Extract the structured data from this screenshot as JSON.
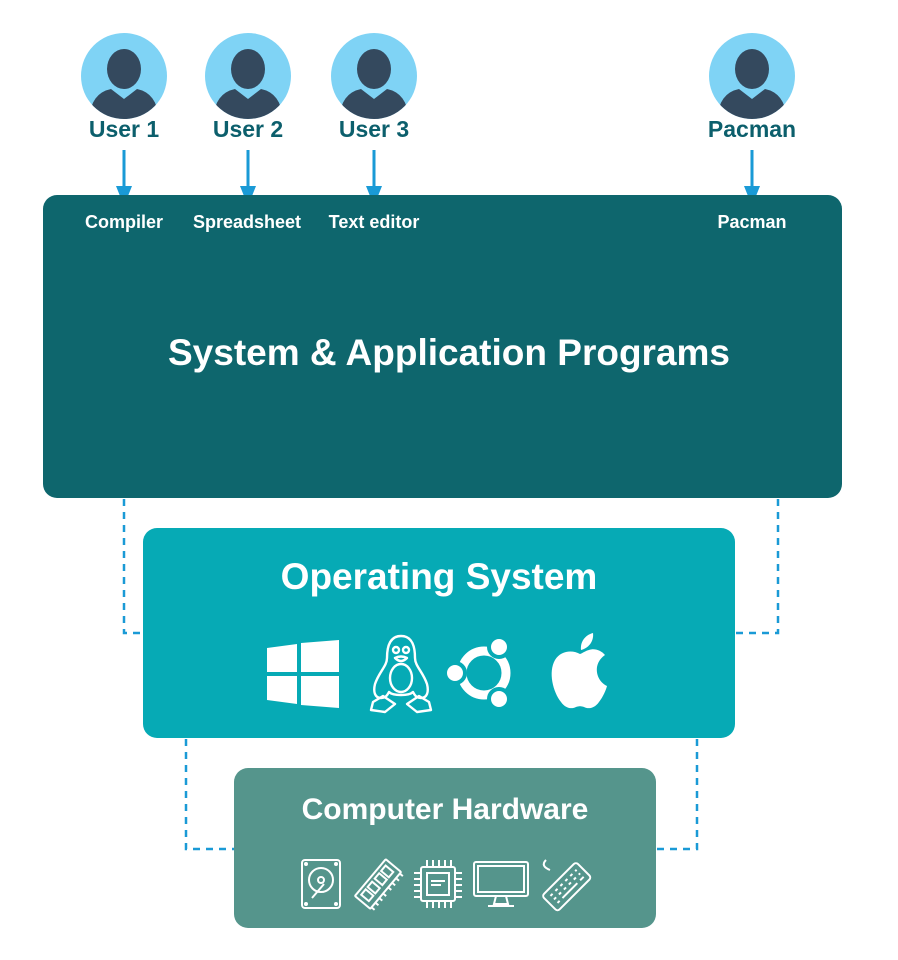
{
  "users": [
    {
      "label": "User 1",
      "app": "Compiler"
    },
    {
      "label": "User 2",
      "app": "Spreadsheet"
    },
    {
      "label": "User 3",
      "app": "Text editor"
    },
    {
      "label": "Pacman",
      "app": "Pacman"
    }
  ],
  "layers": {
    "programs": "System & Application Programs",
    "os": "Operating System",
    "hardware": "Computer Hardware"
  },
  "os_icons": [
    "windows-icon",
    "linux-tux-icon",
    "ubuntu-icon",
    "apple-icon"
  ],
  "hardware_icons": [
    "hard-drive-icon",
    "ram-module-icon",
    "cpu-chip-icon",
    "monitor-icon",
    "keyboard-icon"
  ],
  "colors": {
    "user_label": "#0c5f6c",
    "avatar_bg": "#7fd3f5",
    "avatar_person": "#34495e",
    "arrow": "#1a9ad6",
    "programs": "#0e666d",
    "os": "#06aab5",
    "hardware": "#55958c",
    "connector": "#1a9ad6"
  }
}
